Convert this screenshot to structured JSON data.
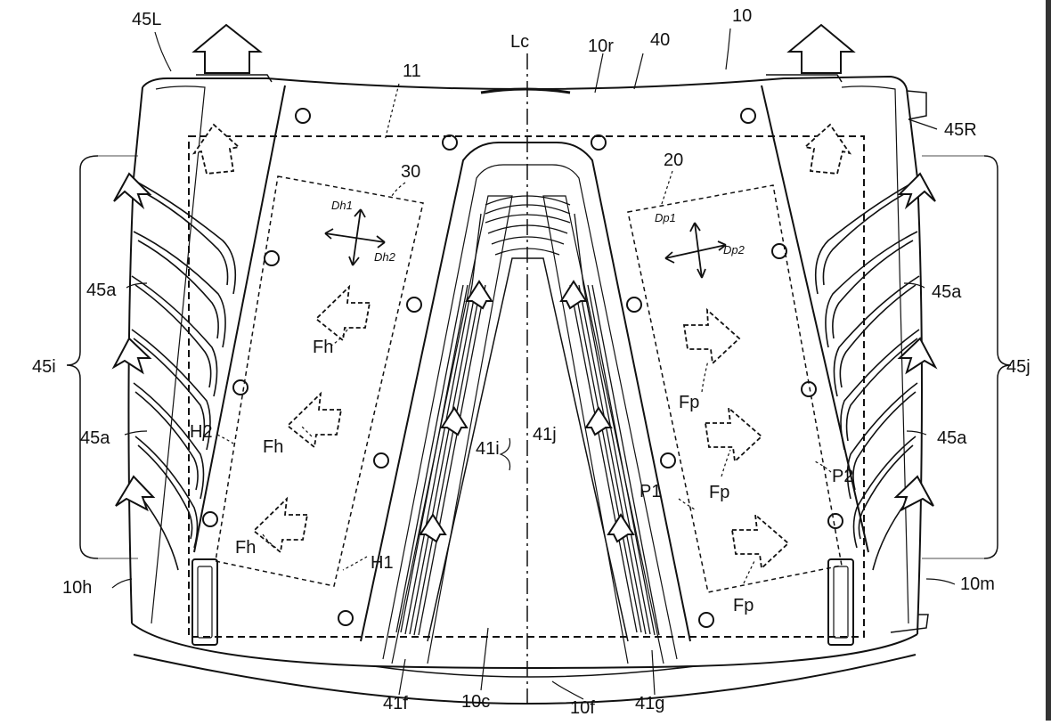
{
  "labels": {
    "l_10": "10",
    "l_40": "40",
    "l_10r": "10r",
    "l_Lc": "Lc",
    "l_11": "11",
    "l_45L": "45L",
    "l_45R": "45R",
    "l_30": "30",
    "l_20": "20",
    "l_Dh1": "Dh1",
    "l_Dh2": "Dh2",
    "l_Dp1": "Dp1",
    "l_Dp2": "Dp2",
    "l_45a_1": "45a",
    "l_45a_2": "45a",
    "l_45a_3": "45a",
    "l_45a_4": "45a",
    "l_45i": "45i",
    "l_45j": "45j",
    "l_Fh_1": "Fh",
    "l_Fh_2": "Fh",
    "l_Fh_3": "Fh",
    "l_Fp_1": "Fp",
    "l_Fp_2": "Fp",
    "l_Fp_3": "Fp",
    "l_H2": "H2",
    "l_H1": "H1",
    "l_P1": "P1",
    "l_P2": "P2",
    "l_41i": "41i",
    "l_41j": "41j",
    "l_10h": "10h",
    "l_10m": "10m",
    "l_41f": "41f",
    "l_10c": "10c",
    "l_10f": "10f",
    "l_41g": "41g"
  }
}
